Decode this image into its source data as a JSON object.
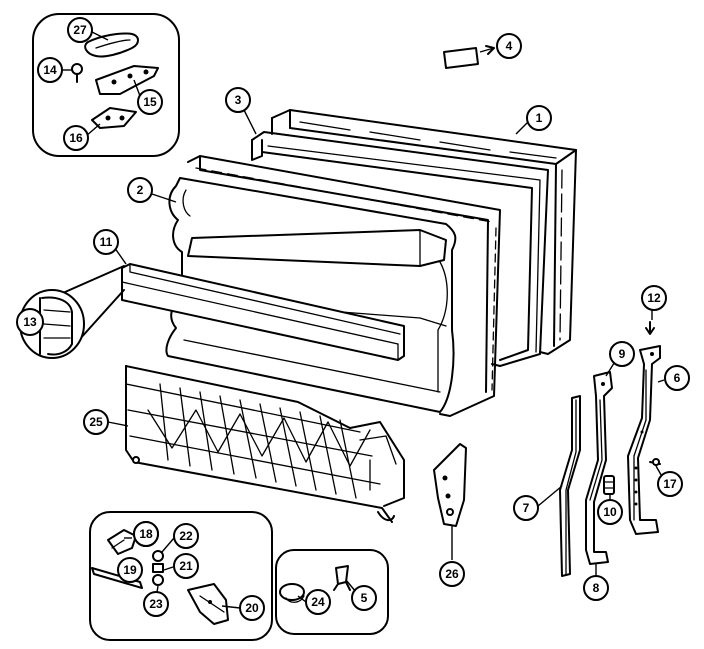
{
  "callouts": [
    {
      "id": "c1",
      "label": "1"
    },
    {
      "id": "c2",
      "label": "2"
    },
    {
      "id": "c3",
      "label": "3"
    },
    {
      "id": "c4",
      "label": "4"
    },
    {
      "id": "c5",
      "label": "5"
    },
    {
      "id": "c6",
      "label": "6"
    },
    {
      "id": "c7",
      "label": "7"
    },
    {
      "id": "c8",
      "label": "8"
    },
    {
      "id": "c9",
      "label": "9"
    },
    {
      "id": "c10",
      "label": "10"
    },
    {
      "id": "c11",
      "label": "11"
    },
    {
      "id": "c12",
      "label": "12"
    },
    {
      "id": "c13",
      "label": "13"
    },
    {
      "id": "c14",
      "label": "14"
    },
    {
      "id": "c15",
      "label": "15"
    },
    {
      "id": "c16",
      "label": "16"
    },
    {
      "id": "c17",
      "label": "17"
    },
    {
      "id": "c18a",
      "label": "18"
    },
    {
      "id": "c18b",
      "label": "18"
    },
    {
      "id": "c19",
      "label": "19"
    },
    {
      "id": "c20",
      "label": "20"
    },
    {
      "id": "c21",
      "label": "21"
    },
    {
      "id": "c22",
      "label": "22"
    },
    {
      "id": "c23",
      "label": "23"
    },
    {
      "id": "c24",
      "label": "24"
    },
    {
      "id": "c25",
      "label": "25"
    },
    {
      "id": "c26",
      "label": "26"
    },
    {
      "id": "c27",
      "label": "27"
    }
  ]
}
